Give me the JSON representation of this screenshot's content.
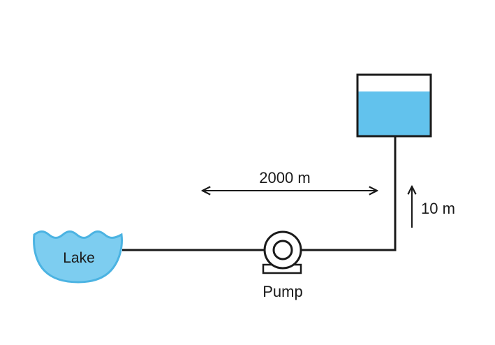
{
  "diagram": {
    "title": "Lake to elevated tank pumping system",
    "lake": {
      "label": "Lake",
      "fill": "#7dcdf0",
      "stroke": "#4bb3e2"
    },
    "pump": {
      "label": "Pump"
    },
    "tank": {
      "fill": "#62c2ed",
      "stroke": "#1a1a1a"
    },
    "pipe_length": {
      "label": "2000 m",
      "value": 2000,
      "unit": "m"
    },
    "elevation": {
      "label": "10 m",
      "value": 10,
      "unit": "m"
    },
    "colors": {
      "line": "#1a1a1a",
      "water": "#62c2ed"
    }
  }
}
